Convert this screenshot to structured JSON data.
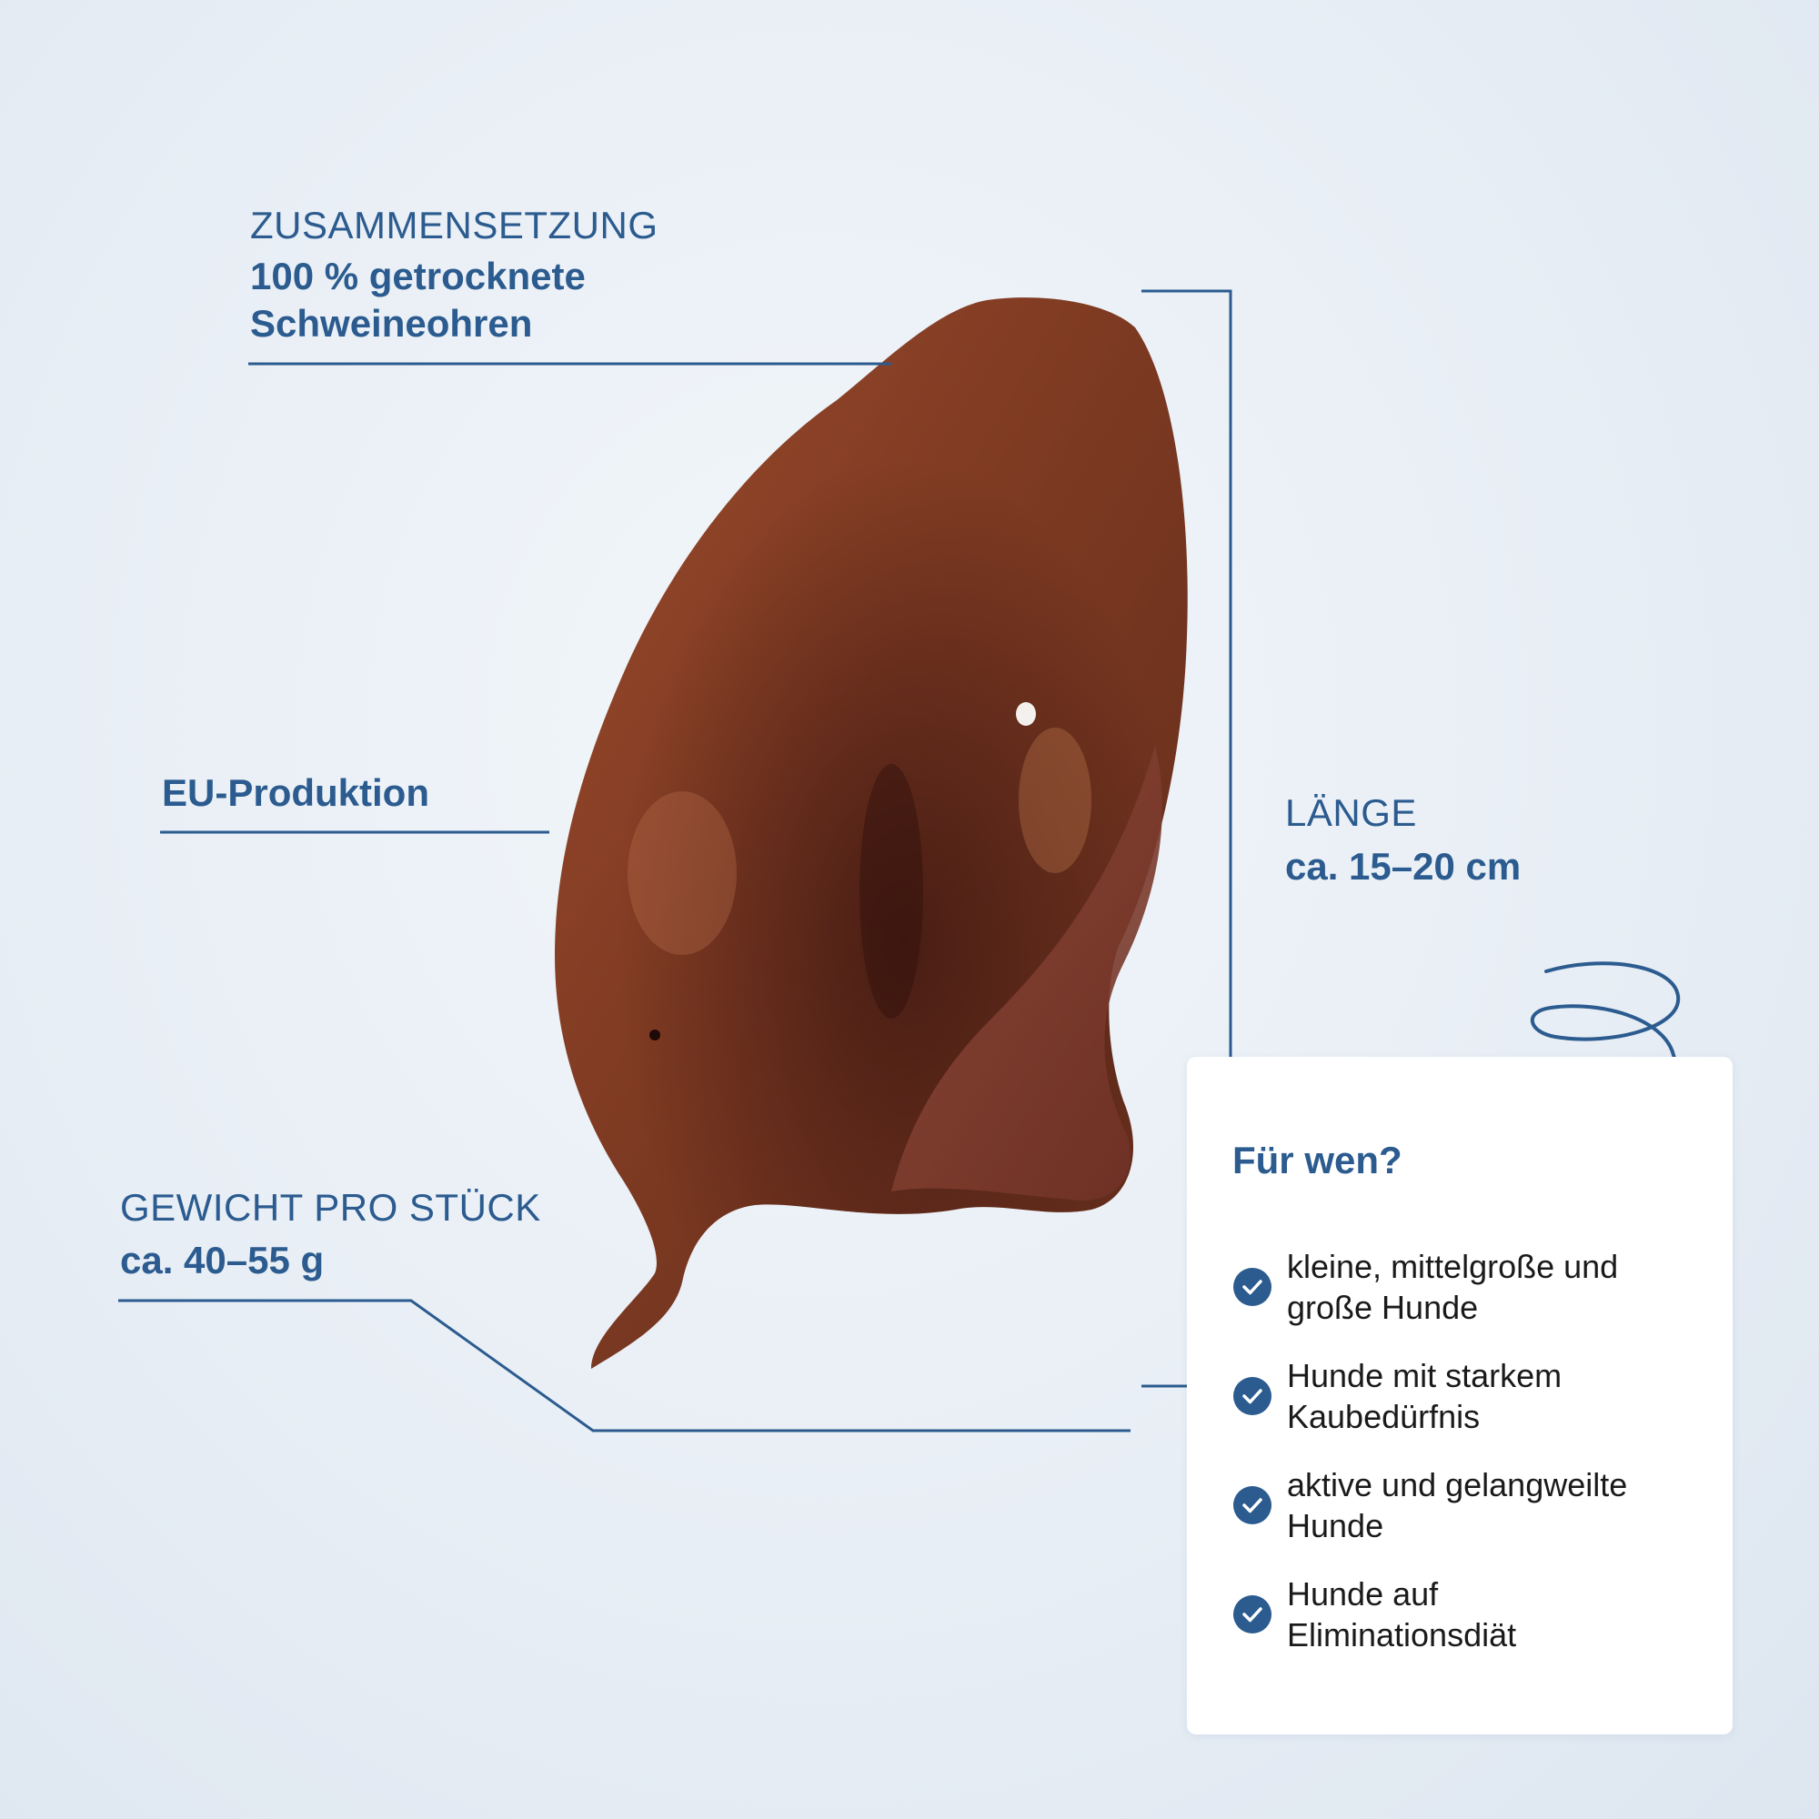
{
  "composition": {
    "heading": "ZUSAMMENSETZUNG",
    "value_line1": "100 % getrocknete",
    "value_line2": "Schweineohren"
  },
  "origin": {
    "value": "EU-Produktion"
  },
  "length": {
    "heading": "LÄNGE",
    "value": "ca. 15–20 cm"
  },
  "weight": {
    "heading": "GEWICHT PRO STÜCK",
    "value": "ca. 40–55 g"
  },
  "card": {
    "title": "Für wen?",
    "items": [
      {
        "line1": "kleine, mittelgroße und",
        "line2": "große Hunde"
      },
      {
        "line1": "Hunde mit starkem",
        "line2": "Kaubedürfnis"
      },
      {
        "line1": "aktive und gelangweilte",
        "line2": "Hunde"
      },
      {
        "line1": "Hunde auf",
        "line2": "Eliminationsdiät"
      }
    ]
  },
  "colors": {
    "accent": "#2b5b8f",
    "product": "#7a3a22"
  },
  "icons": [
    "check-circle-icon",
    "curly-arrow-icon",
    "pig-ear-image"
  ]
}
